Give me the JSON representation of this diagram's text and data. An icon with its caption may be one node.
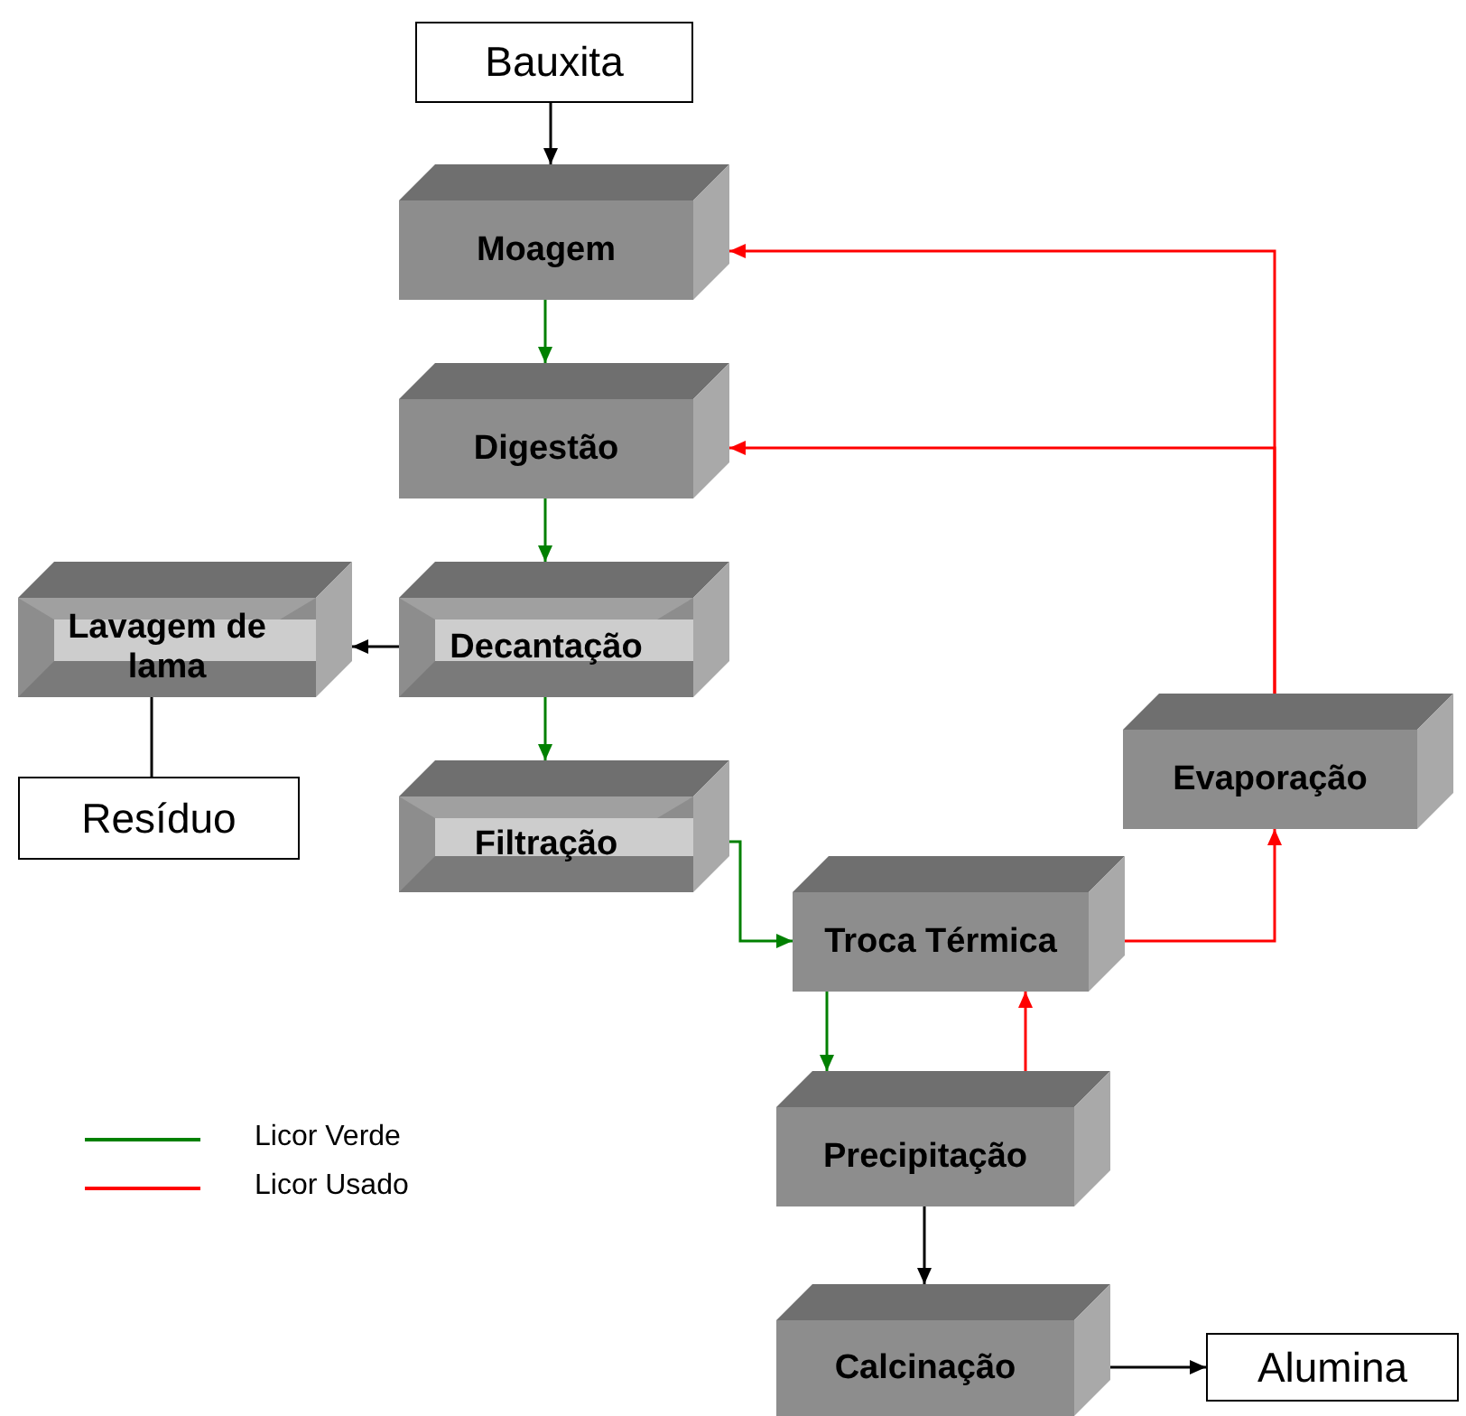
{
  "diagram": {
    "nodes": [
      {
        "text": [
          "Bauxita"
        ]
      },
      {
        "text": [
          "Moagem"
        ]
      },
      {
        "text": [
          "Digestão"
        ]
      },
      {
        "text": [
          "Decantação"
        ]
      },
      {
        "text": [
          "Lavagem de lama"
        ]
      },
      {
        "text": [
          "Resíduo"
        ]
      },
      {
        "text": [
          "Filtração"
        ]
      },
      {
        "text": [
          "Evaporação"
        ]
      },
      {
        "text": [
          "Troca Térmica"
        ]
      },
      {
        "text": [
          "Precipitação"
        ]
      },
      {
        "text": [
          "Calcinação"
        ]
      },
      {
        "text": [
          "Alumina"
        ]
      }
    ],
    "edges": [
      {
        "from": 0,
        "to": 1,
        "arrow": "to"
      },
      {
        "from": 1,
        "to": 2,
        "arrow": "to",
        "color": "#008000"
      },
      {
        "from": 2,
        "to": 3,
        "arrow": "to",
        "color": "#008000"
      },
      {
        "from": 3,
        "to": 4,
        "arrow": "to"
      },
      {
        "from": 4,
        "to": 5,
        "arrow": "none"
      },
      {
        "from": 3,
        "to": 6,
        "arrow": "to",
        "color": "#008000"
      },
      {
        "from": 6,
        "to": 8,
        "arrow": "to",
        "color": "#008000"
      },
      {
        "from": 8,
        "to": 9,
        "arrow": "to",
        "color": "#008000"
      },
      {
        "from": 9,
        "to": 8,
        "arrow": "to",
        "color": "#ff0000"
      },
      {
        "from": 8,
        "to": 7,
        "arrow": "to",
        "color": "#ff0000"
      },
      {
        "from": 7,
        "to": 1,
        "arrow": "to",
        "color": "#ff0000"
      },
      {
        "from": 7,
        "to": 2,
        "arrow": "to",
        "color": "#ff0000"
      },
      {
        "from": 9,
        "to": 10,
        "arrow": "to"
      },
      {
        "from": 10,
        "to": 11,
        "arrow": "to"
      }
    ],
    "legend": [
      {
        "text": "Licor Verde",
        "color": "#008000"
      },
      {
        "text": "Licor Usado",
        "color": "#ff0000"
      }
    ]
  }
}
